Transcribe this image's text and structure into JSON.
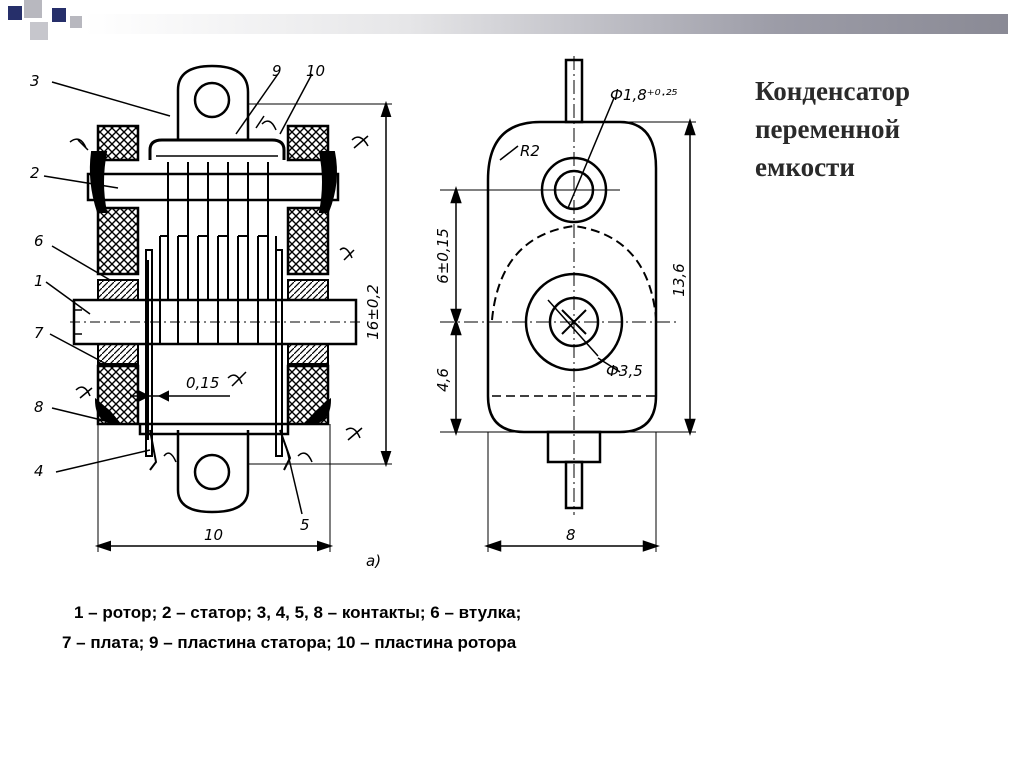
{
  "slide": {
    "title_lines": [
      "Конденсатор",
      "переменной",
      "емкости"
    ],
    "caption_lines": [
      "1 – ротор; 2 – статор; 3, 4, 5, 8 – контакты; 6 – втулка;",
      "7 – плата; 9 – пластина статора; 10 – пластина ротора"
    ]
  },
  "drawing_a": {
    "callouts": [
      "3",
      "2",
      "6",
      "1",
      "7",
      "8",
      "4",
      "9",
      "10",
      "5"
    ],
    "dimensions": {
      "height": "16±0,2",
      "gap": "0,15",
      "width": "10"
    },
    "view_label": "а)"
  },
  "drawing_b": {
    "dimensions": {
      "hole_top": "Ф1,8⁺⁰·²⁵",
      "radius": "R2",
      "offset": "6±0,15",
      "lower": "4,6",
      "height": "13,6",
      "hole_center": "Ф3,5",
      "width": "8"
    }
  },
  "colors": {
    "band_dark": "#8a8a95",
    "square_navy": "#262f6a",
    "square_gray": "#b8b8bf"
  }
}
